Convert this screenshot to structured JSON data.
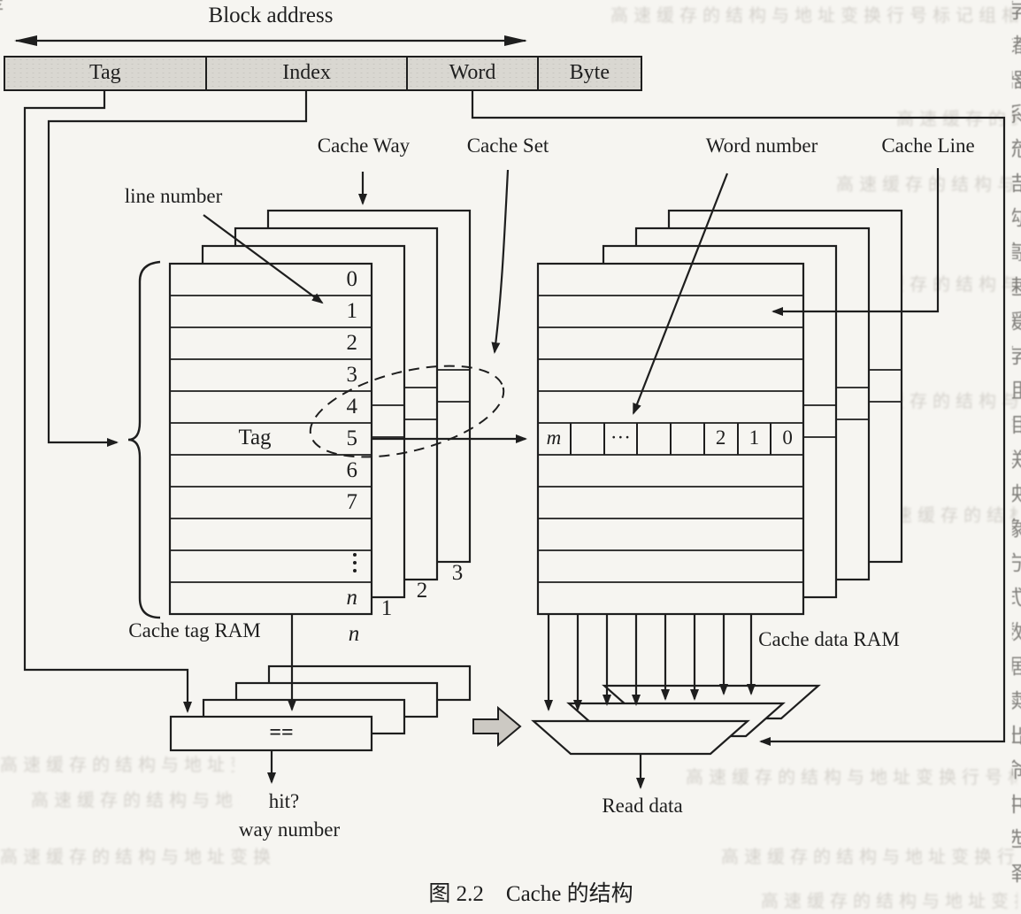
{
  "colors": {
    "ink": "#1e1e1e",
    "paper": "#f6f5f1",
    "bar_fill": "#d9d7d1",
    "block_arrow_fill": "#ccc9c3"
  },
  "header": {
    "title": "Block address"
  },
  "address_fields": [
    "Tag",
    "Index",
    "Word",
    "Byte"
  ],
  "labels": {
    "cache_way": "Cache Way",
    "cache_set": "Cache Set",
    "line_number": "line number",
    "word_number": "Word number",
    "cache_line": "Cache Line",
    "cache_tag_ram": "Cache tag RAM",
    "cache_data_ram": "Cache data RAM",
    "tag_row": "Tag",
    "comparator": "==",
    "hit": "hit?",
    "way_number": "way number",
    "read_data": "Read data",
    "caption": "图 2.2　Cache 的结构"
  },
  "tag_array": {
    "row_labels": [
      "0",
      "1",
      "2",
      "3",
      "4",
      "5",
      "6",
      "7",
      "",
      "",
      "n"
    ],
    "way_labels": [
      "1",
      "2",
      "3"
    ],
    "way_n": "n"
  },
  "data_array": {
    "word_cells": [
      "m",
      "",
      "···",
      "",
      "",
      "2",
      "1",
      "0"
    ]
  },
  "decor": {
    "glyphs": "高速缓存的结构与地址变换行号标记组相联映像方式中命中率读出数据选择器比较字块内地址主存分成若干每个大小相同的块高速缓存的结构与地址变换行号标记",
    "glyphs_edge": "存储器系统结构高速缓存组相联映像方式数据读出命中选择比较行号标记字块"
  }
}
